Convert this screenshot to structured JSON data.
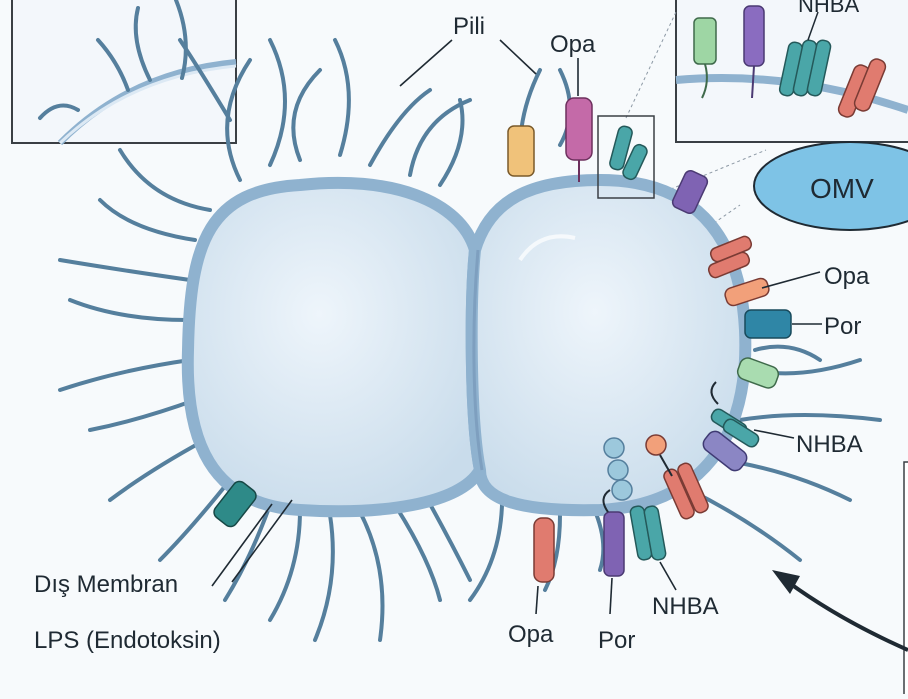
{
  "labels": {
    "pili": "Pili",
    "opa_top": "Opa",
    "nhba_inset": "NHBA",
    "omv": "OMV",
    "opa_right": "Opa",
    "por_right": "Por",
    "nhba_right": "NHBA",
    "outer_membrane": "Dış Membran",
    "lps": "LPS (Endotoksin)",
    "opa_bottom": "Opa",
    "por_bottom": "Por",
    "nhba_bottom": "NHBA"
  },
  "colors": {
    "background": "#f7fafc",
    "cell_fill": "#dbe9f4",
    "membrane": "#7e9fbf",
    "pili": "#557f9d",
    "omv_fill": "#7ec3e6",
    "opa": "#e07b6f",
    "por": "#2f86a6",
    "nhba": "#4aa6a8",
    "purple": "#7f63b3",
    "yellow": "#f0c27a",
    "green": "#8fd19e",
    "pink": "#c46aa8"
  }
}
